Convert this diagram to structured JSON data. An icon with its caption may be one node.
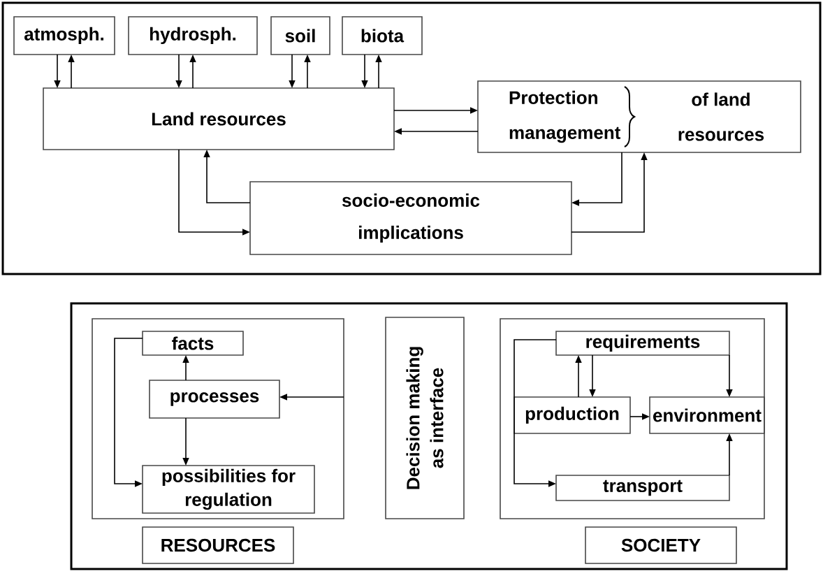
{
  "diagram": {
    "nodes": [
      {
        "text": [],
        "shape": "box"
      },
      {
        "text": [
          "atmosph."
        ],
        "in": 0
      },
      {
        "text": [
          "hydrosph."
        ],
        "in": 0
      },
      {
        "text": [
          "soil"
        ],
        "in": 0
      },
      {
        "text": [
          "biota"
        ],
        "in": 0
      },
      {
        "text": [
          "Land resources"
        ],
        "in": 0
      },
      {
        "text": [
          "Protection management",
          "of land resources"
        ],
        "in": 0
      },
      {
        "text": [
          "socio-economic implications"
        ],
        "in": 0
      },
      {
        "text": [],
        "shape": "box"
      },
      {
        "text": [],
        "shape": "box",
        "in": 8
      },
      {
        "text": [
          "facts"
        ],
        "in": 9
      },
      {
        "text": [
          "processes"
        ],
        "in": 9
      },
      {
        "text": [
          "possibilities for regulation"
        ],
        "in": 9
      },
      {
        "text": [
          "Decision making as interface"
        ],
        "in": 8
      },
      {
        "text": [],
        "shape": "box",
        "in": 8
      },
      {
        "text": [
          "requirements"
        ],
        "in": 14
      },
      {
        "text": [
          "production"
        ],
        "in": 14
      },
      {
        "text": [
          "environment"
        ],
        "in": 14
      },
      {
        "text": [
          "transport"
        ],
        "in": 14
      },
      {
        "text": [
          "RESOURCES"
        ],
        "in": 8
      },
      {
        "text": [
          "SOCIETY"
        ],
        "in": 8
      }
    ],
    "edges": [
      {
        "from": 1,
        "to": 5,
        "arrow": "to"
      },
      {
        "from": 5,
        "to": 1,
        "arrow": "to"
      },
      {
        "from": 2,
        "to": 5,
        "arrow": "to"
      },
      {
        "from": 5,
        "to": 2,
        "arrow": "to"
      },
      {
        "from": 3,
        "to": 5,
        "arrow": "to"
      },
      {
        "from": 5,
        "to": 3,
        "arrow": "to"
      },
      {
        "from": 4,
        "to": 5,
        "arrow": "to"
      },
      {
        "from": 5,
        "to": 4,
        "arrow": "to"
      },
      {
        "from": 5,
        "to": 6,
        "arrow": "to"
      },
      {
        "from": 6,
        "to": 5,
        "arrow": "to"
      },
      {
        "from": 5,
        "to": 7,
        "arrow": "to"
      },
      {
        "from": 7,
        "to": 5,
        "arrow": "to"
      },
      {
        "from": 6,
        "to": 7,
        "arrow": "to"
      },
      {
        "from": 7,
        "to": 6,
        "arrow": "to"
      },
      {
        "from": 11,
        "to": 10,
        "arrow": "to"
      },
      {
        "from": 11,
        "to": 12,
        "arrow": "to"
      },
      {
        "from": 10,
        "to": 12,
        "arrow": "to"
      },
      {
        "from": 9,
        "to": 11,
        "arrow": "to"
      },
      {
        "from": 15,
        "to": 17,
        "arrow": "to"
      },
      {
        "from": 15,
        "to": 18,
        "arrow": "to"
      },
      {
        "from": 16,
        "to": 15,
        "arrow": "to"
      },
      {
        "from": 15,
        "to": 16,
        "arrow": "to"
      },
      {
        "from": 16,
        "to": 17,
        "arrow": "to"
      },
      {
        "from": 18,
        "to": 17,
        "arrow": "to"
      }
    ]
  }
}
